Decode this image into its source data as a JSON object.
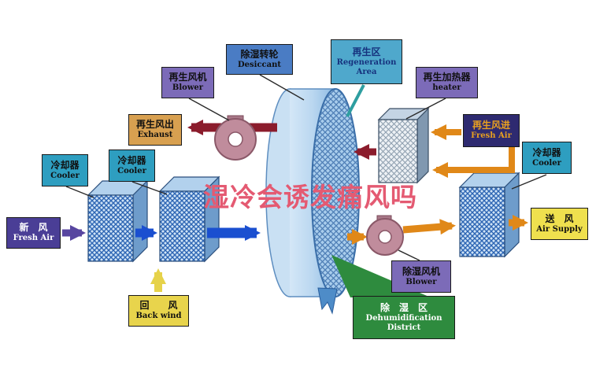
{
  "watermark": "湿冷会诱发痛风吗",
  "labels": {
    "regen_blower": {
      "zh": "再生风机",
      "en": "Blower"
    },
    "desiccant": {
      "zh": "除湿转轮",
      "en": "Desiccant"
    },
    "regen_area": {
      "zh": "再生区",
      "en": "Regeneration Area"
    },
    "regen_heater": {
      "zh": "再生加热器",
      "en": "heater"
    },
    "exhaust": {
      "zh": "再生风出",
      "en": "Exhaust"
    },
    "regen_fresh_air": {
      "zh": "再生风进",
      "en": "Fresh Air"
    },
    "cooler_left_outer": {
      "zh": "冷却器",
      "en": "Cooler"
    },
    "cooler_left_inner": {
      "zh": "冷却器",
      "en": "Cooler"
    },
    "cooler_right": {
      "zh": "冷却器",
      "en": "Cooler"
    },
    "fresh_air": {
      "zh": "新　风",
      "en": "Fresh Air"
    },
    "back_wind": {
      "zh": "回　　风",
      "en": "Back wind"
    },
    "air_supply": {
      "zh": "送　风",
      "en": "Air Supply"
    },
    "dehumid_blower": {
      "zh": "除湿风机",
      "en": "Blower"
    },
    "dehumid_district": {
      "zh": "除　湿　区",
      "en": "Dehumidification District"
    }
  },
  "colors": {
    "purple_box": "#7C6BB8",
    "blue_box": "#4A7CC4",
    "cyan_box": "#4FA8CC",
    "teal_box": "#2E9EC0",
    "tan_box": "#D8A050",
    "navy_box": "#2E2A70",
    "indigo_box": "#4A3E96",
    "yellow_box": "#EBD84E",
    "green_box": "#2E8B3E",
    "arrow_red": "#8B1C2C",
    "arrow_orange": "#E08818",
    "arrow_blue": "#1A4FD0",
    "arrow_purple": "#5846A0",
    "arrow_yellow": "#E6D24A",
    "wheel_blue": "#8DBAE2",
    "watermark_pink": "#E45A72"
  }
}
